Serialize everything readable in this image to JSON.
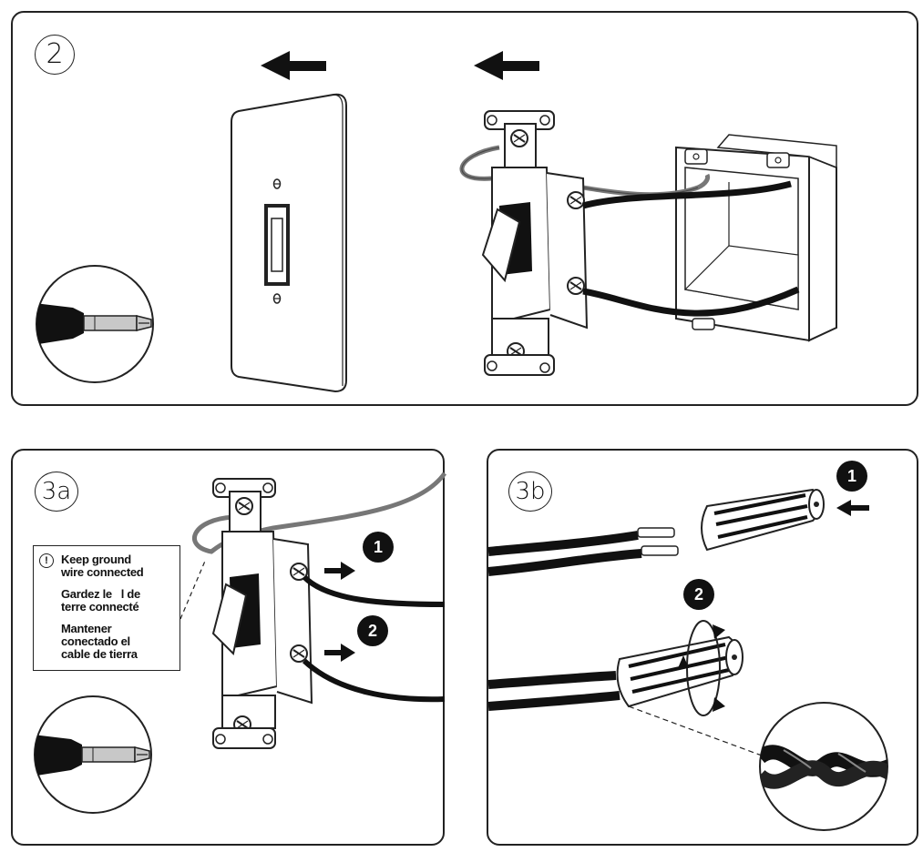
{
  "steps": {
    "step_2": "2",
    "step_3a": "3a",
    "step_3b": "3b"
  },
  "callouts": {
    "c1_3a": "1",
    "c2_3a": "2",
    "c1_3b": "1",
    "c2_3b": "2"
  },
  "warning": {
    "icon": "!",
    "line_en_1": "Keep ground",
    "line_en_2": "wire connected",
    "line_fr_1": "Gardez le   l de",
    "line_fr_2": "terre connecté",
    "line_es_1": "Mantener",
    "line_es_2": "conectado el",
    "line_es_3": "cable de tierra"
  },
  "icons": {
    "tool": "screwdriver-icon",
    "arrow": "arrow-left-icon",
    "rotate": "rotate-icon"
  },
  "colors": {
    "line": "#222222",
    "wire_black": "#111111",
    "ground_wire": "#777777",
    "metal": "#c8c8c8"
  }
}
